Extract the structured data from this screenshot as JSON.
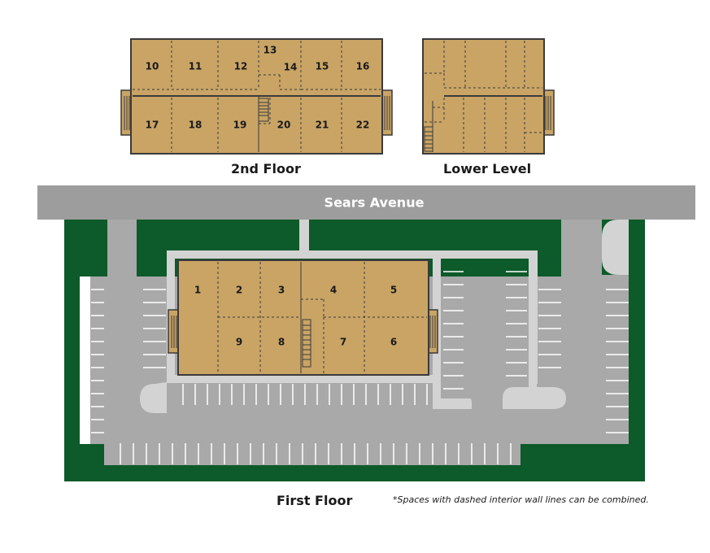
{
  "labels": {
    "second_floor": "2nd Floor",
    "lower_level": "Lower Level",
    "first_floor": "First Floor",
    "street": "Sears Avenue",
    "footnote": "*Spaces with dashed interior wall lines can be combined."
  },
  "units": {
    "second_floor": [
      "10",
      "11",
      "12",
      "13",
      "14",
      "15",
      "16",
      "17",
      "18",
      "19",
      "20",
      "21",
      "22"
    ],
    "first_floor": [
      "1",
      "2",
      "3",
      "4",
      "5",
      "6",
      "7",
      "8",
      "9"
    ]
  },
  "colors": {
    "building": "#c9a465",
    "outline": "#3a3a3a",
    "road": "#9d9d9d",
    "parking": "#a9a9a9",
    "curb": "#d3d3d3",
    "landscape": "#0d5a2a"
  }
}
